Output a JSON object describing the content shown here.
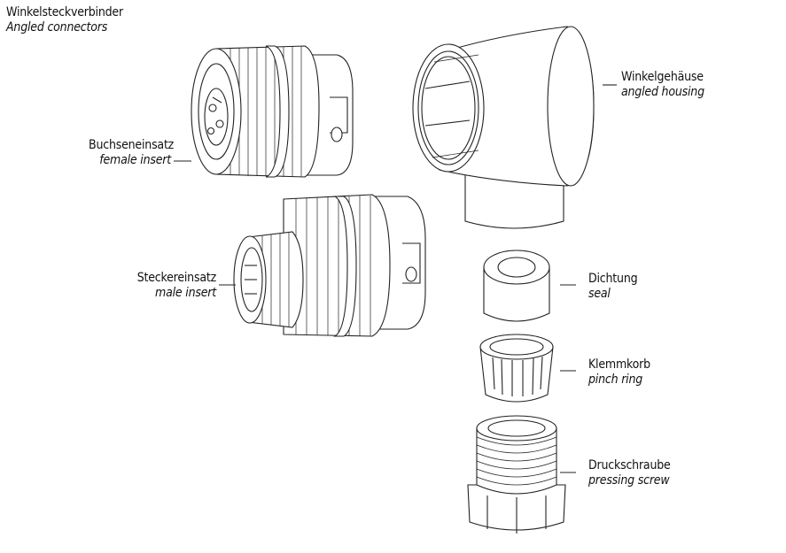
{
  "title": {
    "de": "Winkelsteckverbinder",
    "en": "Angled connectors"
  },
  "labels": {
    "female_insert": {
      "de": "Buchseneinsatz",
      "en": "female insert"
    },
    "male_insert": {
      "de": "Steckereinsatz",
      "en": "male insert"
    },
    "angled_housing": {
      "de": "Winkelgehäuse",
      "en": "angled housing"
    },
    "seal": {
      "de": "Dichtung",
      "en": "seal"
    },
    "pinch_ring": {
      "de": "Klemmkorb",
      "en": "pinch ring"
    },
    "pressing_screw": {
      "de": "Druckschraube",
      "en": "pressing screw"
    }
  }
}
